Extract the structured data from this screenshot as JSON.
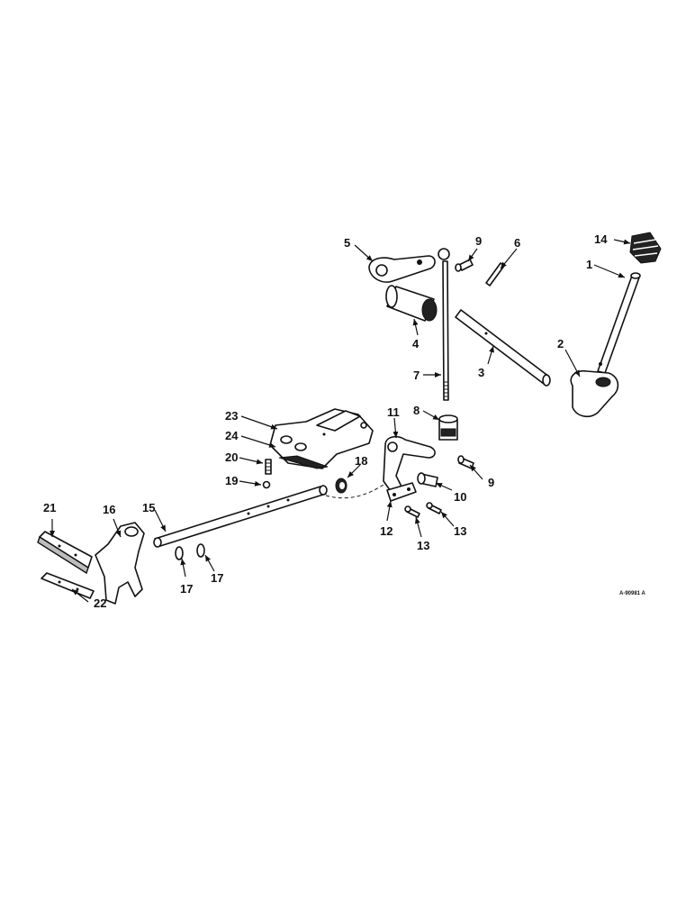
{
  "diagram": {
    "reference_code": "A-90981 A",
    "callouts": {
      "c1": "1",
      "c2": "2",
      "c3": "3",
      "c4": "4",
      "c5": "5",
      "c6": "6",
      "c7": "7",
      "c8": "8",
      "c9a": "9",
      "c9b": "9",
      "c10": "10",
      "c11": "11",
      "c12": "12",
      "c13a": "13",
      "c13b": "13",
      "c14": "14",
      "c15": "15",
      "c16": "16",
      "c17a": "17",
      "c17b": "17",
      "c18": "18",
      "c19": "19",
      "c20": "20",
      "c21": "21",
      "c22": "22",
      "c23": "23",
      "c24": "24"
    }
  }
}
